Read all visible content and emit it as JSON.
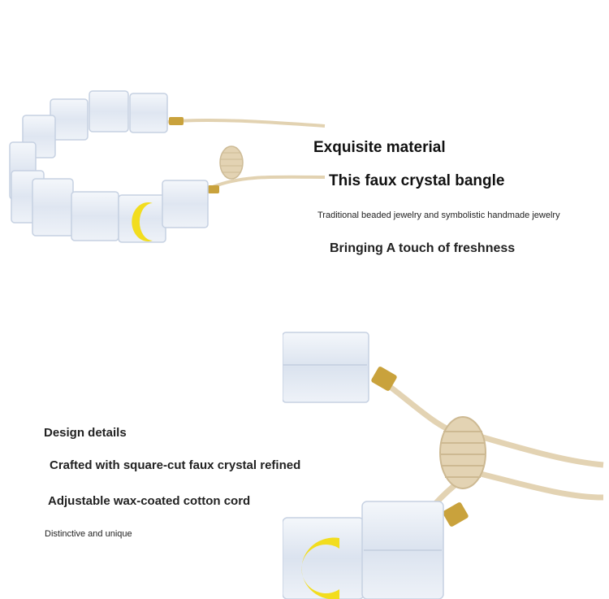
{
  "top_section": {
    "heading": "Exquisite material",
    "subheading": "This faux crystal bangle",
    "description": "Traditional beaded jewelry and symbolistic handmade jewelry",
    "tagline": "Bringing A touch of freshness"
  },
  "bottom_section": {
    "heading": "Design details",
    "detail_1": "Crafted with square-cut faux crystal refined",
    "detail_2": "Adjustable wax-coated cotton cord",
    "detail_3": "Distinctive and unique"
  },
  "colors": {
    "background": "#ffffff",
    "crystal": "#e6ecf5",
    "cord": "#e3d3b3",
    "moon": "#f2dd1e",
    "clasp": "#c9a23c"
  },
  "images": {
    "top_image": "bracelet-product-photo",
    "bottom_image": "bracelet-closeup-photo"
  }
}
